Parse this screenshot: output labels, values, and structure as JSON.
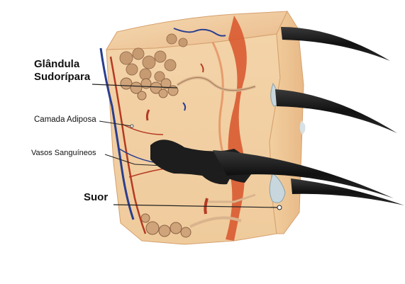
{
  "labels": {
    "gland_line1": "Glândula",
    "gland_line2": "Sudorípara",
    "fat_layer": "Camada Adiposa",
    "vessels": "Vasos Sanguíneos",
    "sweat": "Suor"
  },
  "colors": {
    "skin": "#f2cfa2",
    "skin_side": "#ecc08d",
    "skin_dark": "#d99f68",
    "dermis_red": "#d8532a",
    "gland": "#c79b72",
    "gland_dark": "#9c7150",
    "vessel_blue": "#2a3e8f",
    "vessel_red": "#b53a22",
    "hair": "#1d1d1d",
    "sweat_drop": "#c8d7dd"
  }
}
